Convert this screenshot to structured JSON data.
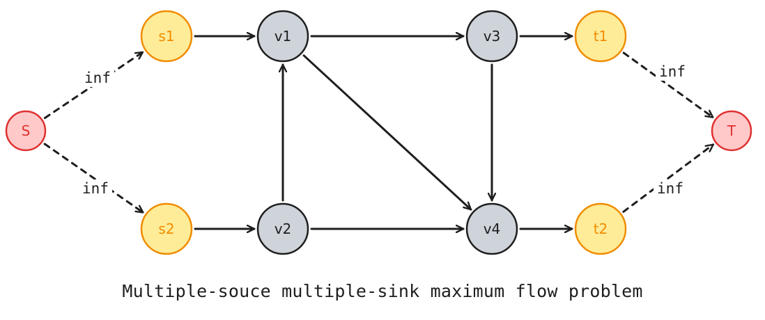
{
  "caption": "Multiple-souce multiple-sink maximum flow problem",
  "colors": {
    "source_fill": "#ffc9c9",
    "source_stroke": "#e03131",
    "terminal_fill": "#ffec99",
    "terminal_stroke": "#f08c00",
    "terminal_text": "#f08c00",
    "inner_fill": "#ced4da",
    "inner_stroke": "#1e1e1e",
    "inner_text": "#1e1e1e",
    "edge": "#1e1e1e"
  },
  "nodes": [
    {
      "id": "S",
      "label": "S",
      "kind": "super"
    },
    {
      "id": "s1",
      "label": "s1",
      "kind": "terminal"
    },
    {
      "id": "s2",
      "label": "s2",
      "kind": "terminal"
    },
    {
      "id": "v1",
      "label": "v1",
      "kind": "inner"
    },
    {
      "id": "v2",
      "label": "v2",
      "kind": "inner"
    },
    {
      "id": "v3",
      "label": "v3",
      "kind": "inner"
    },
    {
      "id": "v4",
      "label": "v4",
      "kind": "inner"
    },
    {
      "id": "t1",
      "label": "t1",
      "kind": "terminal"
    },
    {
      "id": "t2",
      "label": "t2",
      "kind": "terminal"
    },
    {
      "id": "T",
      "label": "T",
      "kind": "super"
    }
  ],
  "edges": [
    {
      "from": "S",
      "to": "s1",
      "style": "dashed",
      "label": "inf"
    },
    {
      "from": "S",
      "to": "s2",
      "style": "dashed",
      "label": "inf"
    },
    {
      "from": "s1",
      "to": "v1",
      "style": "solid",
      "label": ""
    },
    {
      "from": "s2",
      "to": "v2",
      "style": "solid",
      "label": ""
    },
    {
      "from": "v2",
      "to": "v1",
      "style": "solid",
      "label": ""
    },
    {
      "from": "v1",
      "to": "v3",
      "style": "solid",
      "label": ""
    },
    {
      "from": "v1",
      "to": "v4",
      "style": "solid",
      "label": ""
    },
    {
      "from": "v2",
      "to": "v4",
      "style": "solid",
      "label": ""
    },
    {
      "from": "v3",
      "to": "v4",
      "style": "solid",
      "label": ""
    },
    {
      "from": "v3",
      "to": "t1",
      "style": "solid",
      "label": ""
    },
    {
      "from": "v4",
      "to": "t2",
      "style": "solid",
      "label": ""
    },
    {
      "from": "t1",
      "to": "T",
      "style": "dashed",
      "label": "inf"
    },
    {
      "from": "t2",
      "to": "T",
      "style": "dashed",
      "label": "inf"
    }
  ]
}
